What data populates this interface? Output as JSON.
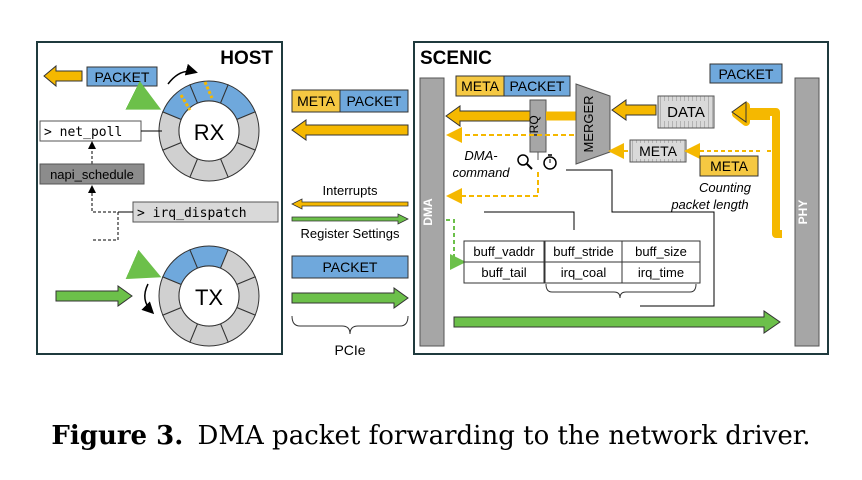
{
  "host": {
    "title": "HOST",
    "packet_out": "PACKET",
    "rx_label": "RX",
    "tx_label": "TX",
    "net_poll": "> net_poll",
    "napi_schedule": "napi_schedule",
    "irq_dispatch": "> irq_dispatch"
  },
  "pcie": {
    "meta": "META",
    "packet_rx": "PACKET",
    "interrupts": "Interrupts",
    "register_settings": "Register Settings",
    "packet_tx": "PACKET",
    "label": "PCIe"
  },
  "scenic": {
    "title": "SCENIC",
    "dma": "DMA",
    "phy": "PHY",
    "irq": "IRQ",
    "merger": "MERGER",
    "meta_out": "META",
    "packet_out": "PACKET",
    "packet_in": "PACKET",
    "data": "DATA",
    "meta_box": "META",
    "meta_tag": "META",
    "dma_command_1": "DMA-",
    "dma_command_2": "command",
    "counting_1": "Counting",
    "counting_2": "packet length",
    "registers": {
      "row1": [
        "buff_vaddr",
        "buff_stride",
        "buff_size"
      ],
      "row2": [
        "buff_tail",
        "irq_coal",
        "irq_time"
      ]
    }
  },
  "colors": {
    "yellow": "#f5b800",
    "blue": "#6fa8dc",
    "green": "#6cc04a",
    "gray": "#a6a6a6",
    "frame": "#1f3a3d"
  },
  "caption": {
    "label": "Figure 3.",
    "text": "DMA packet forwarding to the network driver."
  }
}
